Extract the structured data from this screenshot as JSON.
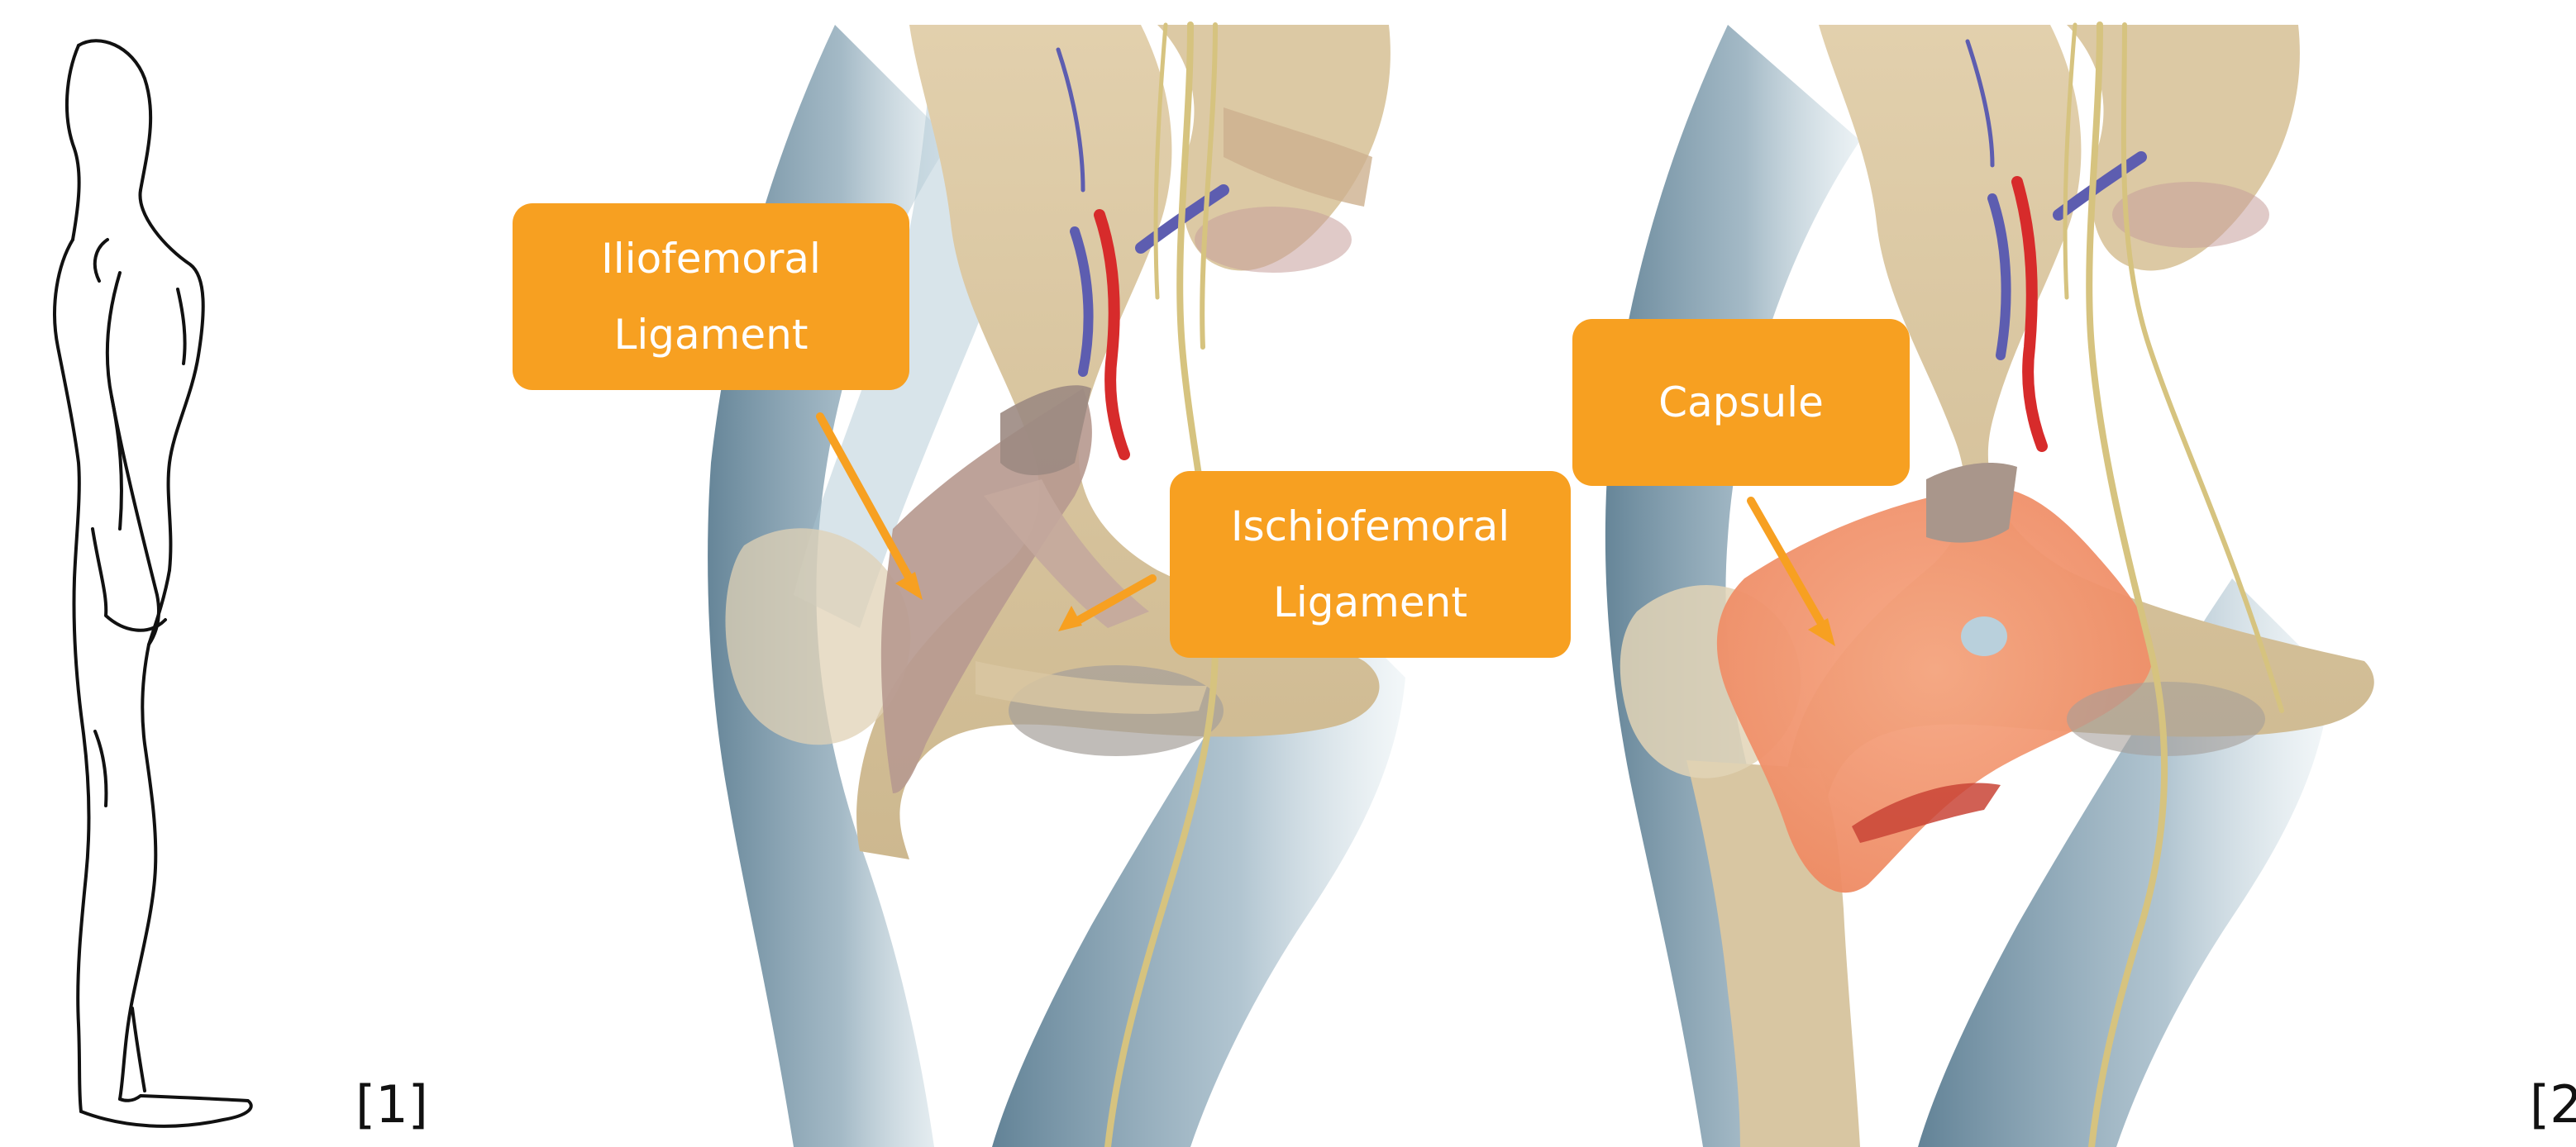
{
  "labels": {
    "iliofemoral": [
      "Iliofemoral",
      "Ligament"
    ],
    "ischiofemoral": [
      "Ischiofemoral",
      "Ligament"
    ],
    "capsule": [
      "Capsule"
    ]
  },
  "references": {
    "left": "[1]",
    "right": "[2"
  },
  "colors": {
    "label_bg": "#f7a021",
    "label_text": "#ffffff",
    "bone": "#d9c7a2",
    "soft_tissue": "#5e7f93",
    "capsule": "#f08c67",
    "ligament": "#b79a90",
    "nerve": "#d6c37f",
    "artery": "#d72b2b",
    "vein": "#5d5db0"
  }
}
